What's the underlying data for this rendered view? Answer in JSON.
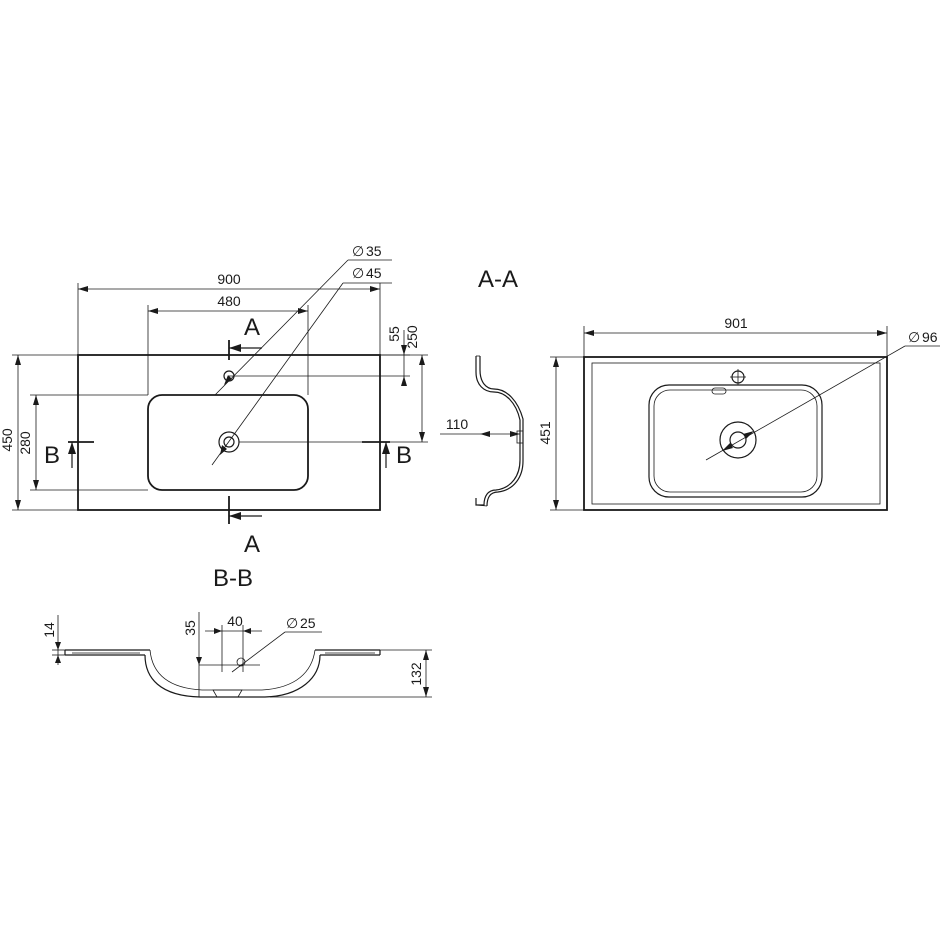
{
  "plan_view": {
    "dims": {
      "overall_width": "900",
      "bowl_width": "480",
      "depth": "450",
      "bowl_depth": "280",
      "tap_offset": "55",
      "drain_offset": "250",
      "tap_hole_dia": "35",
      "drain_dia": "45"
    },
    "section_a_top": "A",
    "section_a_bottom": "A",
    "section_b_left": "B",
    "section_b_right": "B"
  },
  "section_aa": {
    "title": "A-A",
    "dims": {
      "depth": "110"
    }
  },
  "section_bb": {
    "title": "B-B",
    "dims": {
      "slab_thickness": "14",
      "outlet_height": "35",
      "outlet_width": "40",
      "outlet_dia": "25",
      "overall_height": "132"
    }
  },
  "top_view": {
    "dims": {
      "width": "901",
      "depth": "451",
      "drain_dia": "96"
    }
  },
  "symbols": {
    "diameter": "∅"
  }
}
